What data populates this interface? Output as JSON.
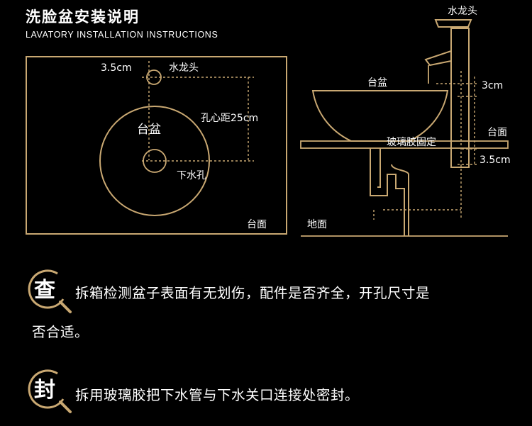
{
  "header": {
    "title_cn": "洗脸盆安装说明",
    "title_en": "LAVATORY INSTALLATION INSTRUCTIONS"
  },
  "top_view": {
    "faucet_offset": "3.5cm",
    "faucet": "水龙头",
    "basin": "台盆",
    "hole_distance": "孔心距25cm",
    "drain": "下水孔",
    "counter": "台面"
  },
  "side_view": {
    "faucet": "水龙头",
    "basin": "台盆",
    "spout_offset": "3cm",
    "glue": "玻璃胶固定",
    "counter": "台面",
    "counter_offset": "3.5cm",
    "floor": "地面"
  },
  "notes": [
    {
      "icon_char": "查",
      "icon_name": "inspect-icon",
      "line1": "拆箱检测盆子表面有无划伤，配件是否齐全，开孔尺寸是",
      "line2": "否合适。"
    },
    {
      "icon_char": "封",
      "icon_name": "seal-icon",
      "line1": "拆用玻璃胶把下水管与下水关口连接处密封。"
    }
  ],
  "colors": {
    "background": "#000000",
    "line": "#c9a872",
    "text": "#ffffff"
  }
}
